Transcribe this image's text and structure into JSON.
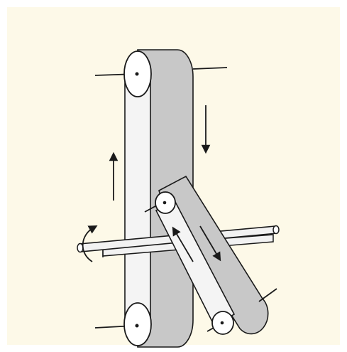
{
  "diagram": {
    "type": "belt-drive-illustration",
    "colors": {
      "background": "#fdf9e8",
      "belt_dark": "#c8c8c8",
      "belt_light": "#f4f4f4",
      "pulley_face": "#ffffff",
      "stroke": "#1a1a1a",
      "rod": "#f2f2f2"
    },
    "parts": [
      {
        "id": "vertical-belt",
        "kind": "belt"
      },
      {
        "id": "inclined-belt",
        "kind": "belt"
      },
      {
        "id": "top-pulley",
        "kind": "pulley"
      },
      {
        "id": "bottom-pulley",
        "kind": "pulley"
      },
      {
        "id": "upper-small-pulley",
        "kind": "pulley"
      },
      {
        "id": "lower-small-pulley",
        "kind": "pulley"
      },
      {
        "id": "horizontal-rod",
        "kind": "rod"
      },
      {
        "id": "horizontal-rail",
        "kind": "rail"
      }
    ],
    "arrows": [
      {
        "id": "up-arrow",
        "direction": "up"
      },
      {
        "id": "down-arrow",
        "direction": "down"
      },
      {
        "id": "inclined-up-arrow",
        "direction": "up-left"
      },
      {
        "id": "inclined-down-arrow",
        "direction": "down-right"
      },
      {
        "id": "rotation-arrow",
        "direction": "counterclockwise"
      }
    ]
  }
}
